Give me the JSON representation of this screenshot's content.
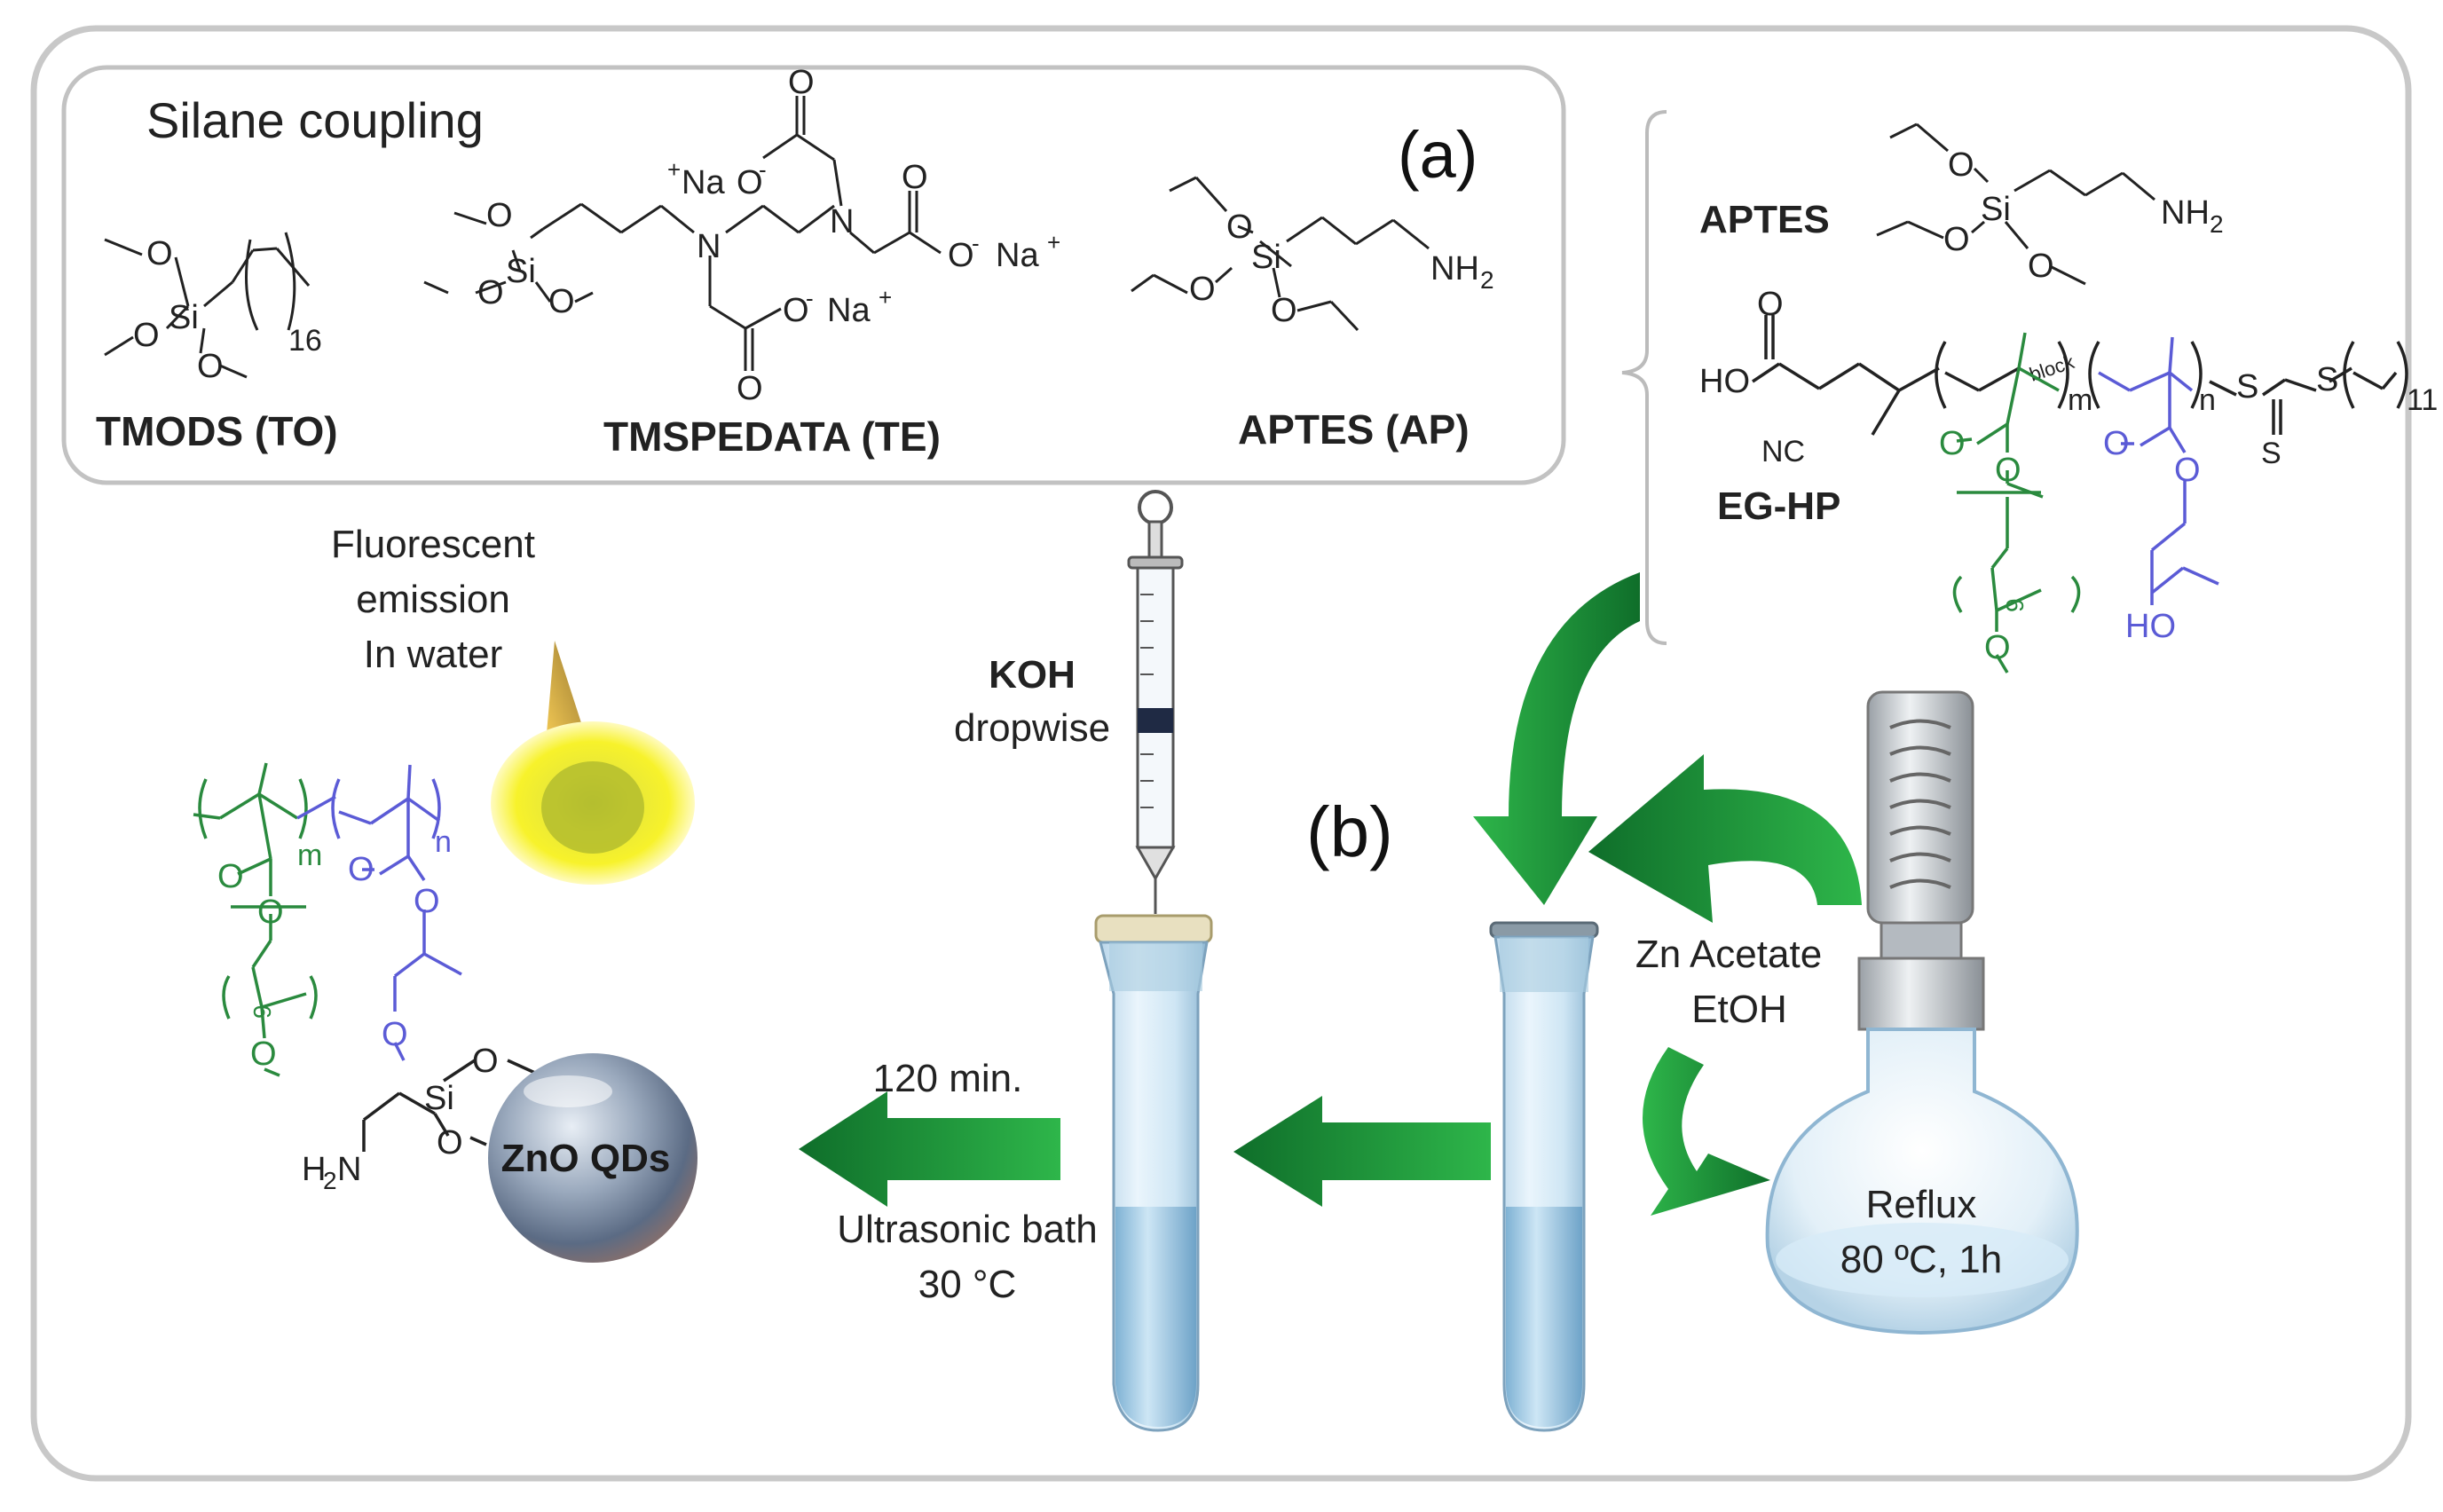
{
  "panel_a": {
    "heading": "Silane coupling",
    "tag": "(a)",
    "compounds": [
      {
        "name": "TMODS (TO)",
        "subscript": "16"
      },
      {
        "name": "TMSPEDATA (TE)"
      },
      {
        "name": "APTES (AP)"
      }
    ]
  },
  "panel_right": {
    "aptes_label": "APTES",
    "polymer_label": "EG-HP",
    "block_text": "block",
    "sub_m": "m",
    "sub_n": "n",
    "sub_11": "11",
    "sub_9": "9"
  },
  "panel_b": {
    "tag": "(b)",
    "koh_label": "KOH",
    "koh_sub": "dropwise",
    "fluor_lines": [
      "Fluorescent",
      "emission",
      "In water"
    ],
    "time_label": "120 min.",
    "bath_lines": [
      "Ultrasonic bath",
      "30 °C"
    ],
    "zn_lines": [
      "Zn Acetate",
      "EtOH"
    ],
    "reflux_lines": [
      "Reflux",
      "80 ºC, 1h"
    ],
    "qd_label": "ZnO QDs"
  },
  "chem_text": {
    "O": "O",
    "Si": "Si",
    "N": "N",
    "NH2": "NH",
    "two": "2",
    "H2N": "H",
    "NC": "NC",
    "HO": "HO",
    "S": "S",
    "Na_plus": "Na",
    "plus": "+",
    "minus": "-",
    "O_minus": "O"
  },
  "colors": {
    "green": "#2a8a3e",
    "blue": "#5b5bd6",
    "arrow_green": "#1f9a3a",
    "frame": "#c8c8c8"
  }
}
